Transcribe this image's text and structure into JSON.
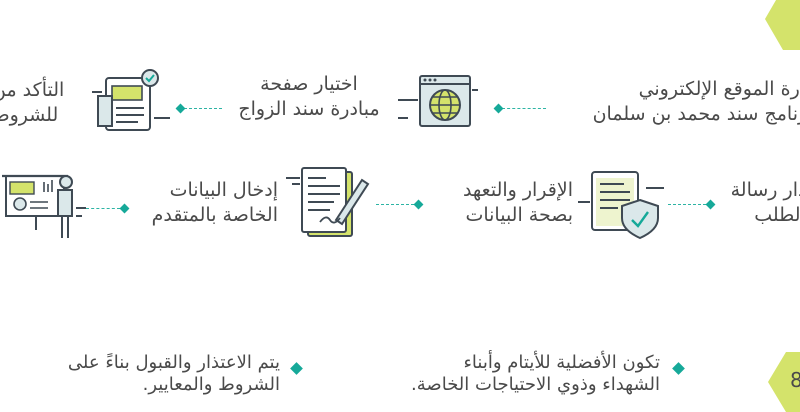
{
  "colors": {
    "accent": "#16a999",
    "lime": "#d4e36b",
    "text": "#4a4a4a",
    "icon_stroke": "#3f4a54"
  },
  "steps": [
    {
      "line1": "زيارة الموقع الإلكتروني",
      "line2": "لبرنامج سند محمد بن سلمان",
      "icon": "globe-window-icon"
    },
    {
      "line1": "اختيار صفحة",
      "line2": "مبادرة سند الزواج",
      "icon": "browser-globe-icon"
    },
    {
      "line1": "التأكد من",
      "line2": "للشروط",
      "icon": "checklist-document-icon"
    },
    {
      "line1": "إصدار رسالة",
      "line2": "الطلب",
      "icon": "message-icon"
    },
    {
      "line1": "الإقرار والتعهد",
      "line2": "بصحة البيانات",
      "icon": "shield-document-icon"
    },
    {
      "line1": "إدخال البيانات",
      "line2": "الخاصة بالمتقدم",
      "icon": "form-pen-icon"
    },
    {
      "line1": "",
      "line2": "",
      "icon": "presentation-icon"
    }
  ],
  "notes": [
    {
      "line1": "تكون الأفضلية للأيتام وأبناء",
      "line2": "الشهداء وذوي الاحتياجات الخاصة."
    },
    {
      "line1": "يتم الاعتذار والقبول بناءً على",
      "line2": "الشروط والمعايير."
    }
  ]
}
